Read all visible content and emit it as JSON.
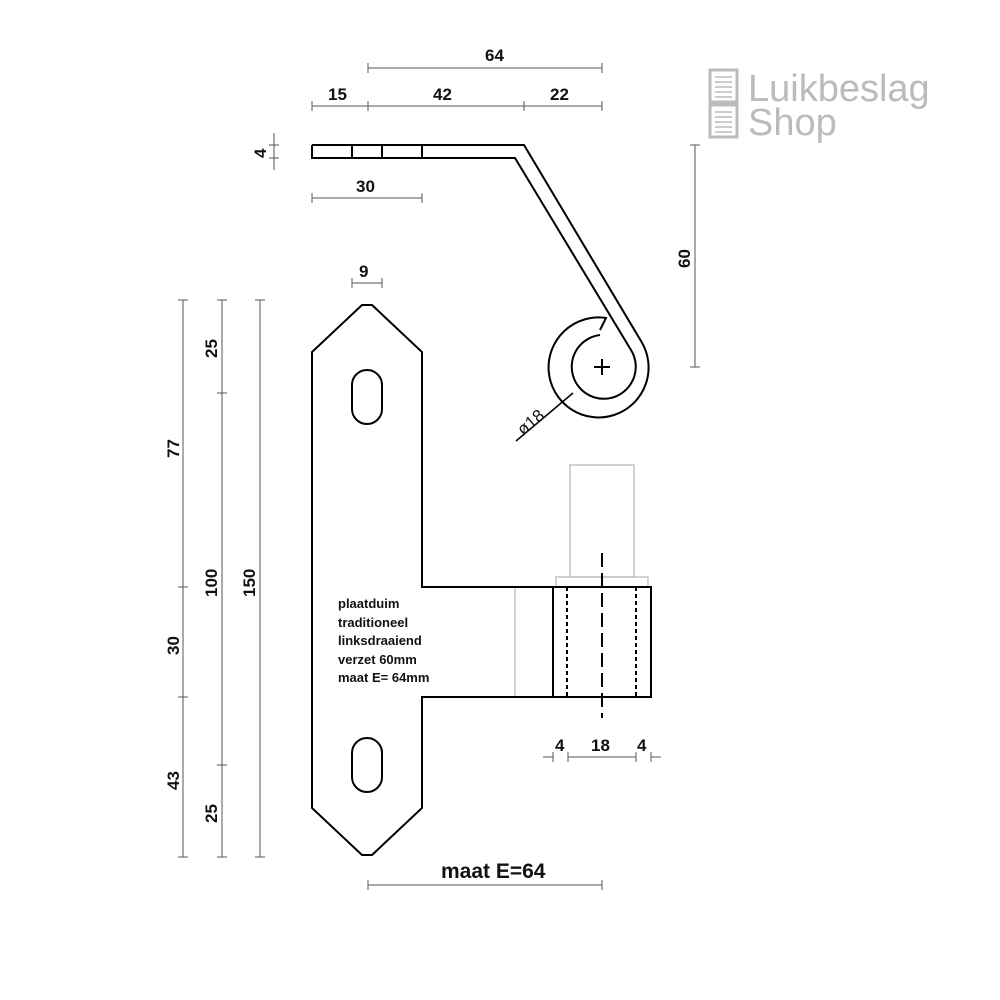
{
  "logo": {
    "line1": "Luikbeslag",
    "line2": "Shop"
  },
  "top_view": {
    "dims": {
      "overall": "64",
      "seg1": "15",
      "seg2": "42",
      "seg3": "22",
      "thickness": "4",
      "holes": "30",
      "offset": "60",
      "diameter": "ø18"
    }
  },
  "front_view": {
    "dims": {
      "tip_width": "9",
      "left_outer": [
        "77",
        "30",
        "43"
      ],
      "left_inner": [
        "25",
        "100",
        "25"
      ],
      "total": "150",
      "barrel": [
        "4",
        "18",
        "4"
      ]
    },
    "note": [
      "plaatduim",
      "traditioneel",
      "linksdraaiend",
      "verzet 60mm",
      "maat E= 64mm"
    ],
    "maat_label": "maat E=64"
  }
}
